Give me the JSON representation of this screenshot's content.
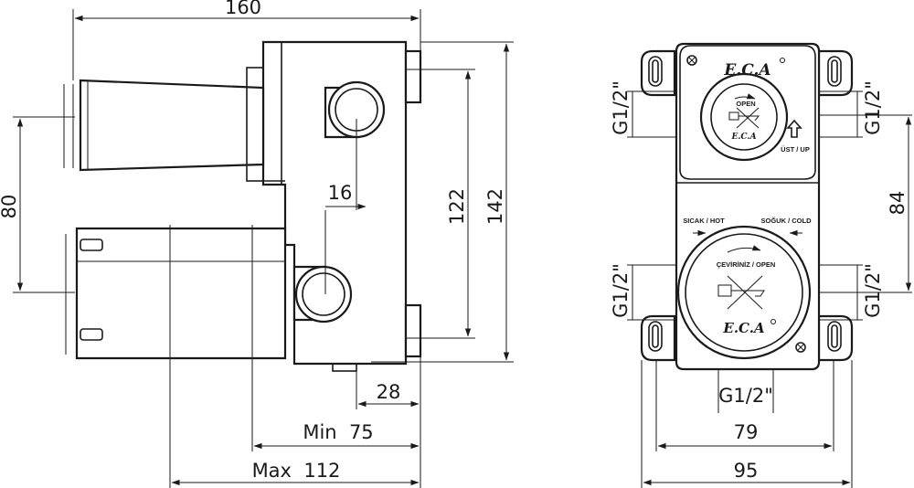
{
  "side_view": {
    "dims": {
      "overall_width": "160",
      "height_left": "80",
      "port_diameter": "16",
      "port_spacing": "122",
      "overall_height": "142",
      "front_depth": "28",
      "min_depth": "Min  75",
      "max_depth": "Max  112"
    }
  },
  "front_view": {
    "brand": "E.C.A",
    "upper_cap": {
      "open_label": "OPEN",
      "brand": "E.C.A"
    },
    "up_label": "ÜST / UP",
    "hot_label": "SICAK / HOT",
    "cold_label": "SOĞUK / COLD",
    "lower_cap": {
      "open_label": "ÇEVİRİNİZ / OPEN",
      "brand": "E.C.A"
    },
    "dims": {
      "port_top_left": "G1/2\"",
      "port_top_right": "G1/2\"",
      "port_mid_left": "G1/2\"",
      "port_mid_right": "G1/2\"",
      "port_bottom": "G1/2\"",
      "port_spacing": "84",
      "mount_width": "79",
      "overall_width": "95"
    }
  }
}
